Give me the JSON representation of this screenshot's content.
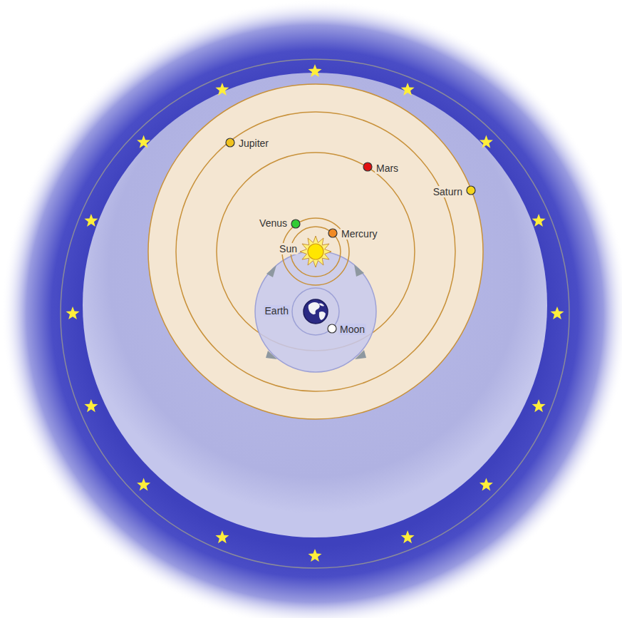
{
  "diagram": {
    "labels": [
      "Jupiter",
      "Mars",
      "Saturn",
      "Venus",
      "Mercury",
      "Sun",
      "Earth",
      "Moon"
    ]
  }
}
